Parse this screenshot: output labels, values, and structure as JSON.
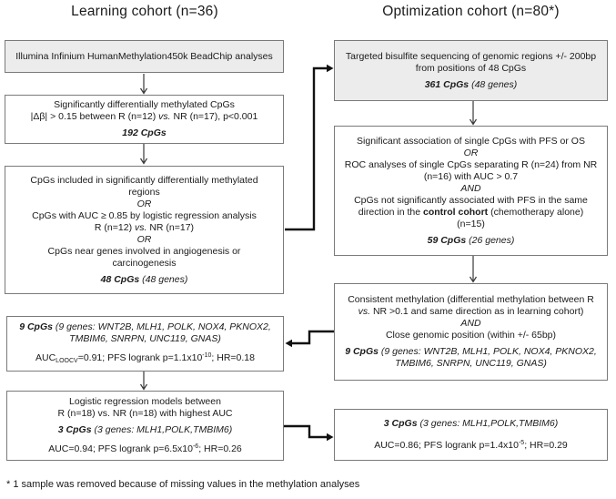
{
  "titles": {
    "left": "Learning cohort (n=36)",
    "right": "Optimization cohort (n=80*)"
  },
  "footnote": "* 1 sample was removed because of missing values in the methylation analyses",
  "colors": {
    "box_fill_gray": "#ececec",
    "box_fill_white": "#ffffff",
    "box_border": "#7a7a7a",
    "connector_black": "#111111",
    "text": "#1a1a1a"
  },
  "boxes": {
    "l1": {
      "line1": "Illumina Infinium HumanMethylation450k BeadChip analyses"
    },
    "l2": {
      "line1": "Significantly differentially methylated CpGs",
      "line2_pre": "|Δβ| > 0.15 between R (n=12) ",
      "line2_vs": "vs.",
      "line2_post": " NR (n=17), p<0.001",
      "count": "192 CpGs"
    },
    "l3": {
      "line1": "CpGs included in significantly differentially methylated",
      "line2": "regions",
      "or1": "OR",
      "line3": "CpGs with AUC ≥ 0.85 by logistic regression analysis",
      "line4_pre": "R (n=12) ",
      "line4_vs": "vs.",
      "line4_post": " NR (n=17)",
      "or2": "OR",
      "line5": "CpGs near genes involved in angiogenesis or",
      "line6": "carcinogenesis",
      "count": "48 CpGs",
      "count_suffix": " (48 genes)"
    },
    "l4": {
      "count": "9 CpGs",
      "genes1": " (9 genes: WNT2B, MLH1, POLK, NOX4, PKNOX2,",
      "genes2": "TMBIM6, SNRPN, UNC119, GNAS)",
      "stats_pre": "AUC",
      "stats_sub": "LOOCV",
      "stats_mid": "=0.91; PFS logrank p=1.1x10",
      "stats_sup": "-10",
      "stats_post": "; HR=0.18"
    },
    "l5": {
      "line1": "Logistic regression models between",
      "line2": "R (n=18) vs. NR (n=18) with highest AUC",
      "count": "3 CpGs",
      "genes": " (3 genes: MLH1,POLK,TMBIM6)",
      "stats_pre": "AUC=0.94; PFS logrank p=6.5x10",
      "stats_sup": "-6",
      "stats_post": "; HR=0.26"
    },
    "r1": {
      "line1": "Targeted bisulfite sequencing of genomic regions +/- 200bp",
      "line2": "from positions of 48 CpGs",
      "count": "361 CpGs",
      "count_suffix": " (48 genes)"
    },
    "r2": {
      "line1": "Significant association of single CpGs with PFS or OS",
      "or1": "OR",
      "line2": "ROC analyses of single CpGs separating R (n=24) from NR",
      "line3": "(n=16) with AUC > 0.7",
      "and1": "AND",
      "line4": "CpGs not significantly associated with PFS in the same",
      "line5_pre": "direction  in the ",
      "line5_bold": "control cohort",
      "line5_post": " (chemotherapy alone)",
      "line6": "(n=15)",
      "count": "59 CpGs",
      "count_suffix": " (26 genes)"
    },
    "r3": {
      "line1": "Consistent methylation (differential methylation between R",
      "line2_vs": "vs.",
      "line2_post": " NR >0.1 and same direction as in learning cohort)",
      "and1": "AND",
      "line3": "Close genomic position (within +/- 65bp)",
      "count": "9 CpGs",
      "genes1": " (9 genes: WNT2B, MLH1, POLK, NOX4, PKNOX2,",
      "genes2": "TMBIM6, SNRPN, UNC119, GNAS)"
    },
    "r4": {
      "count": "3 CpGs",
      "genes": " (3 genes: MLH1,POLK,TMBIM6)",
      "stats_pre": "AUC=0.86; PFS logrank p=1.4x10",
      "stats_sup": "-5",
      "stats_post": "; HR=0.29"
    }
  }
}
